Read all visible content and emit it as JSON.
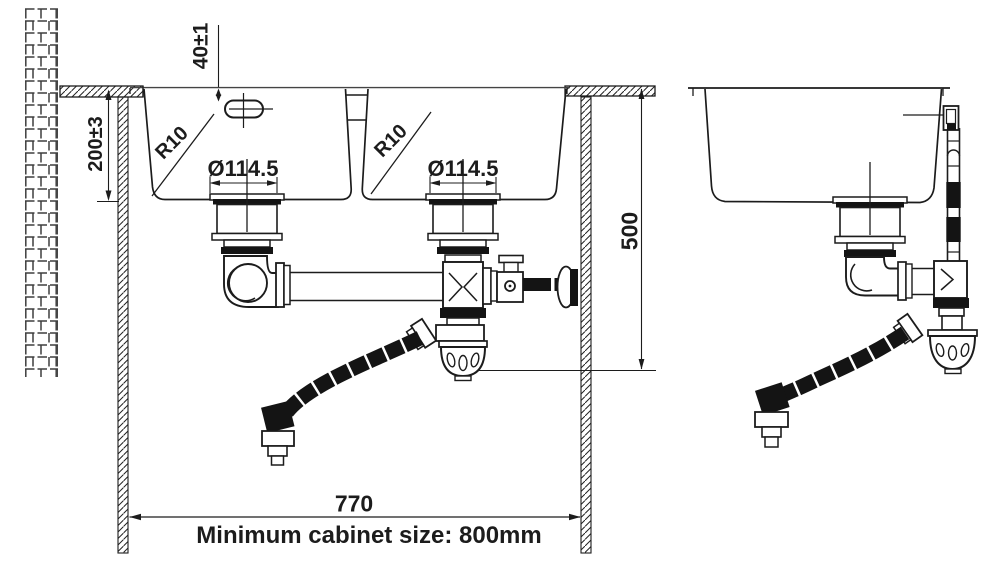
{
  "drawing": {
    "labels": {
      "overflow_offset": "40±1",
      "bowl_depth": "200±3",
      "corner_radius_left": "R10",
      "corner_radius_right": "R10",
      "drain_diameter_left": "Ø114.5",
      "drain_diameter_right": "Ø114.5",
      "under_counter_height": "500",
      "sink_width": "770"
    },
    "note": "Minimum cabinet size: 800mm",
    "colors": {
      "line": "#1c1c1c",
      "background": "#ffffff"
    }
  }
}
